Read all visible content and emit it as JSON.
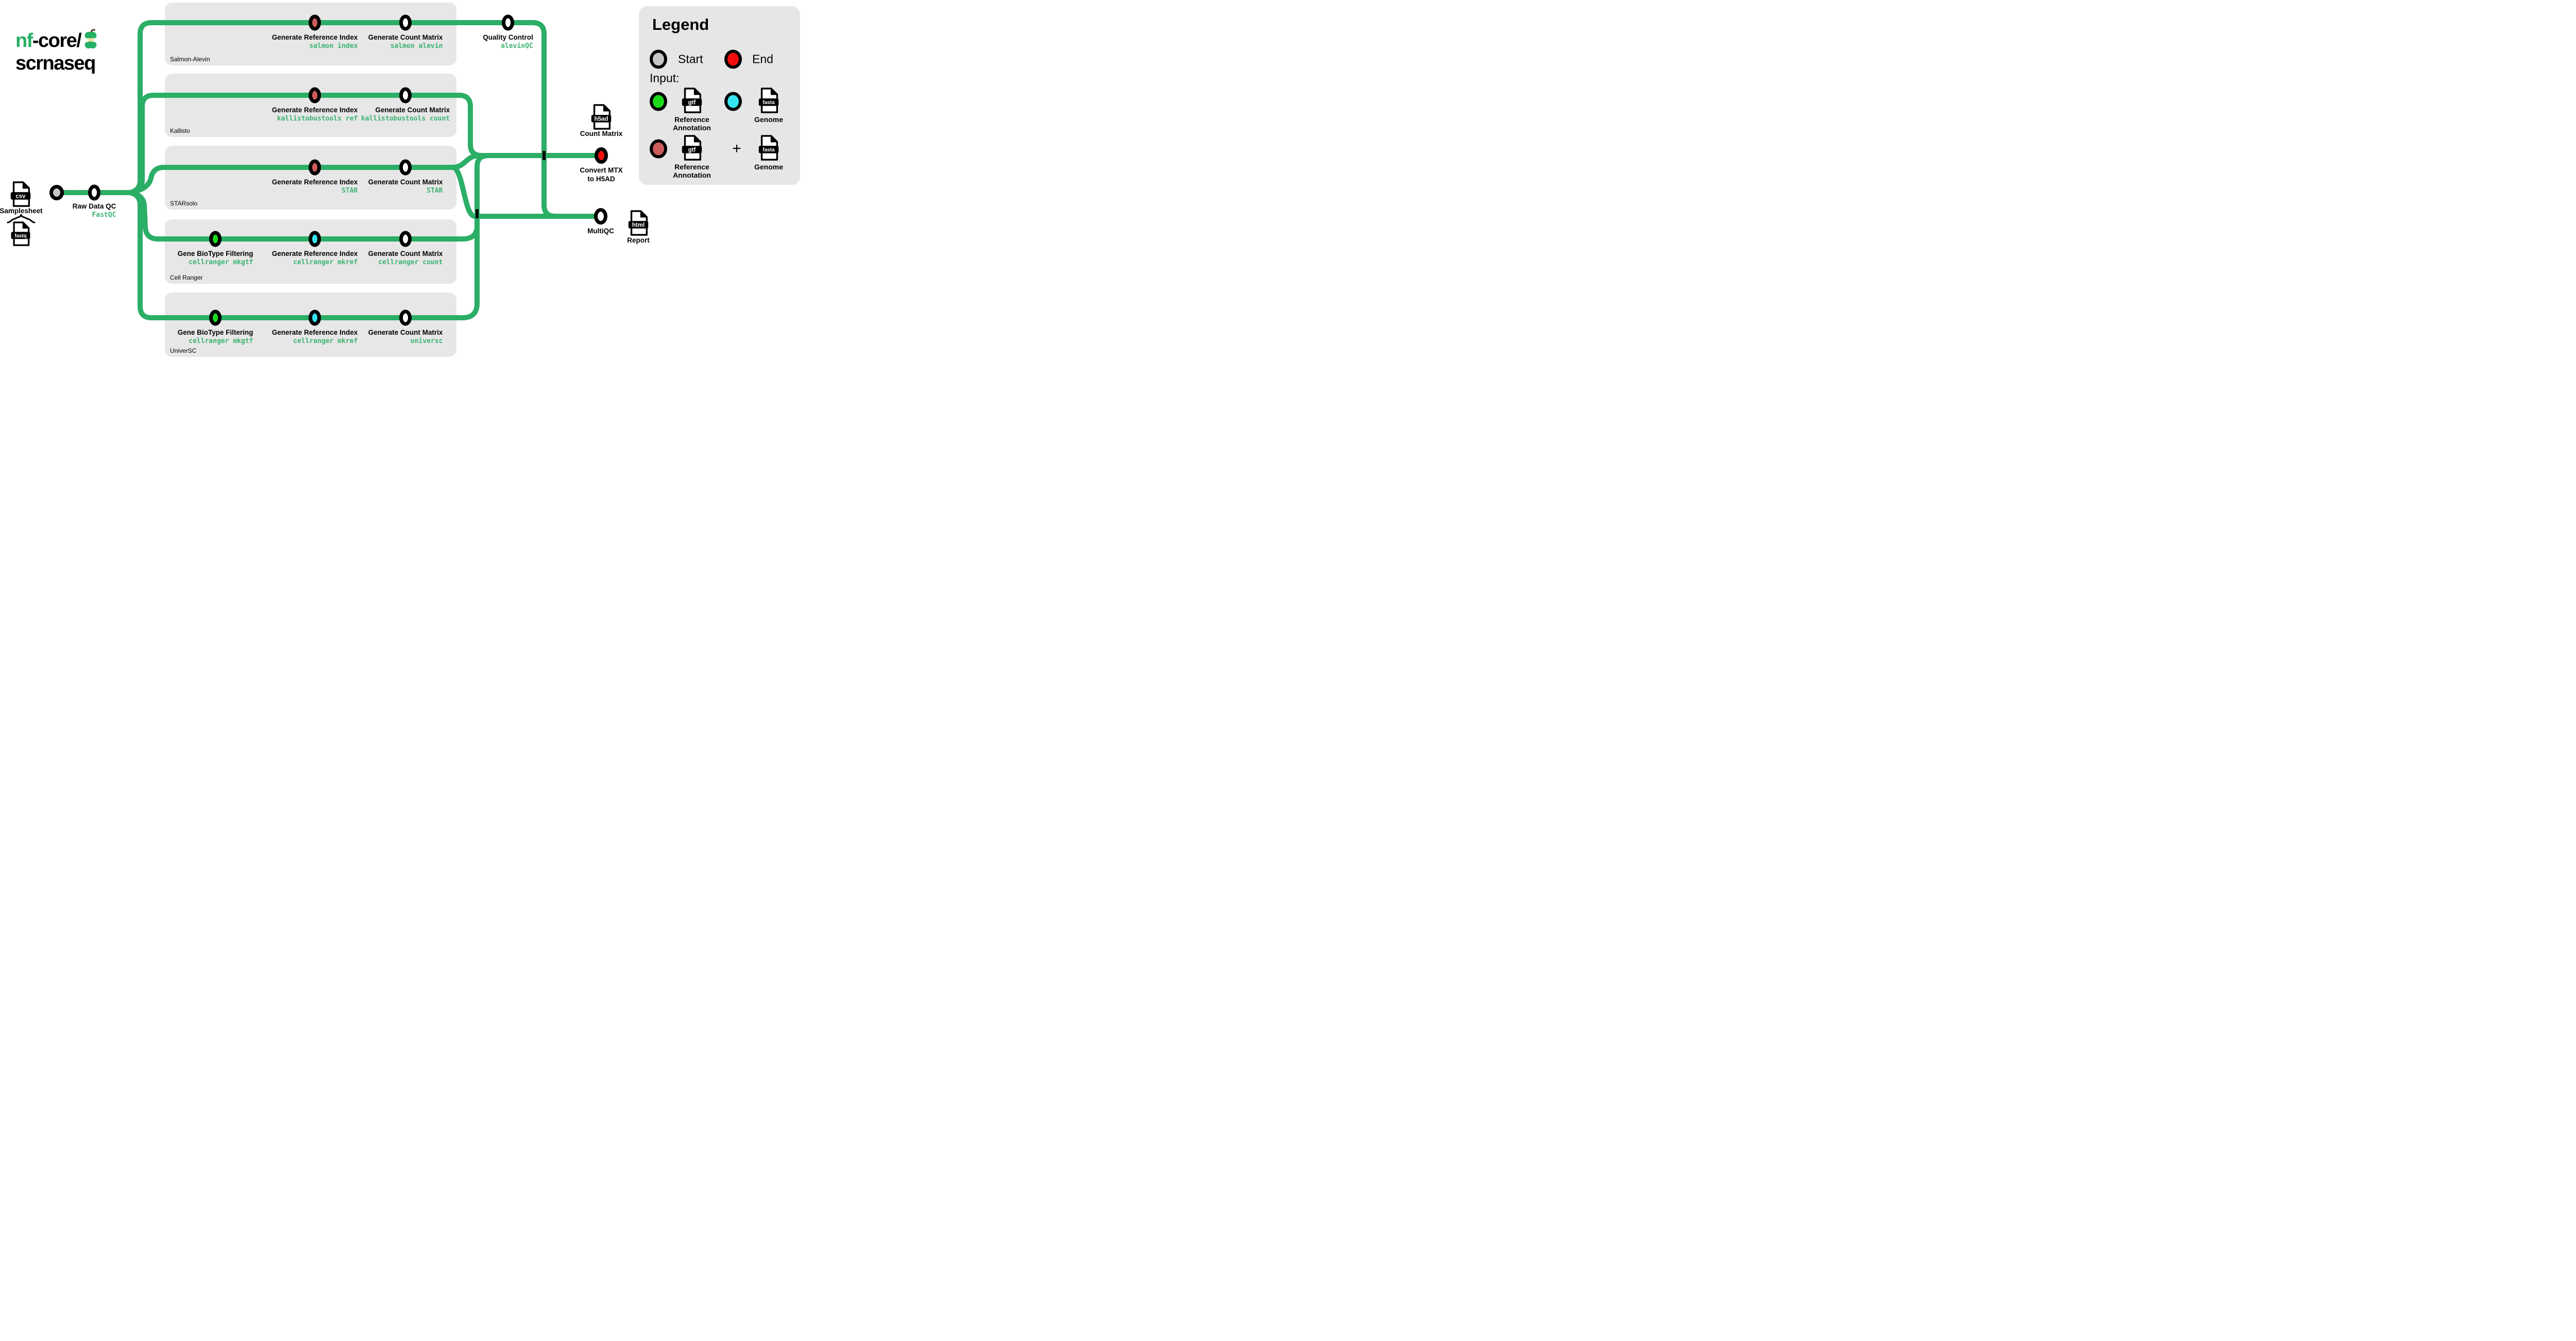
{
  "logo": {
    "green": "nf",
    "black": "-core/",
    "line2": "scrnaseq"
  },
  "colors": {
    "rail_green": "#2bae66",
    "tool_green": "#3cb371",
    "brand_green": "#24b064",
    "node_rose": "#cd5c5c",
    "node_green": "#1bdb1b",
    "node_cyan": "#35e4f0",
    "node_red": "#f20d0d",
    "node_gray": "#c6c6c6",
    "node_white": "#ffffff",
    "lane_bg": "#e7e7e7",
    "legend_bg": "#e6e6e6"
  },
  "source": {
    "samplesheet_file": "csv",
    "samplesheet_label": "Samplesheet",
    "fastq_file": "fastq"
  },
  "raw_qc": {
    "title": "Raw Data QC",
    "tool": "FastQC"
  },
  "lanes": [
    {
      "label": "Salmon-Alevin",
      "stations": [
        {
          "title": "Generate Reference Index",
          "tool": "salmon index"
        },
        {
          "title": "Generate Count Matrix",
          "tool": "salmon alevin"
        }
      ]
    },
    {
      "label": "Kallisto",
      "stations": [
        {
          "title": "Generate Reference Index",
          "tool": "kallistobustools ref"
        },
        {
          "title": "Generate Count Matrix",
          "tool": "kallistobustools count"
        }
      ]
    },
    {
      "label": "STARsolo",
      "stations": [
        {
          "title": "Generate Reference Index",
          "tool": "STAR"
        },
        {
          "title": "Generate Count Matrix",
          "tool": "STAR"
        }
      ]
    },
    {
      "label": "Cell Ranger",
      "stations": [
        {
          "title": "Gene BioType Filtering",
          "tool": "cellranger mkgtf"
        },
        {
          "title": "Generate Reference Index",
          "tool": "cellranger mkref"
        },
        {
          "title": "Generate Count Matrix",
          "tool": "cellranger count"
        }
      ]
    },
    {
      "label": "UniverSC",
      "stations": [
        {
          "title": "Gene BioType Filtering",
          "tool": "cellranger mkgtf"
        },
        {
          "title": "Generate Reference Index",
          "tool": "cellranger mkref"
        },
        {
          "title": "Generate Count Matrix",
          "tool": "universc"
        }
      ]
    }
  ],
  "quality_control": {
    "title": "Quality Control",
    "tool": "alevinQC"
  },
  "outputs": {
    "count_matrix": {
      "file": "h5ad",
      "label": "Count Matrix"
    },
    "convert": {
      "line1": "Convert MTX",
      "line2": "to H5AD"
    },
    "multiqc": {
      "title": "MultiQC"
    },
    "report": {
      "file": "html",
      "label": "Report"
    }
  },
  "legend": {
    "title": "Legend",
    "start": "Start",
    "end": "End",
    "input_heading": "Input:",
    "gtf": "gtf",
    "fasta": "fasta",
    "plus": "+",
    "reference_annotation_1": "Reference",
    "reference_annotation_2": "Annotation",
    "genome": "Genome"
  }
}
